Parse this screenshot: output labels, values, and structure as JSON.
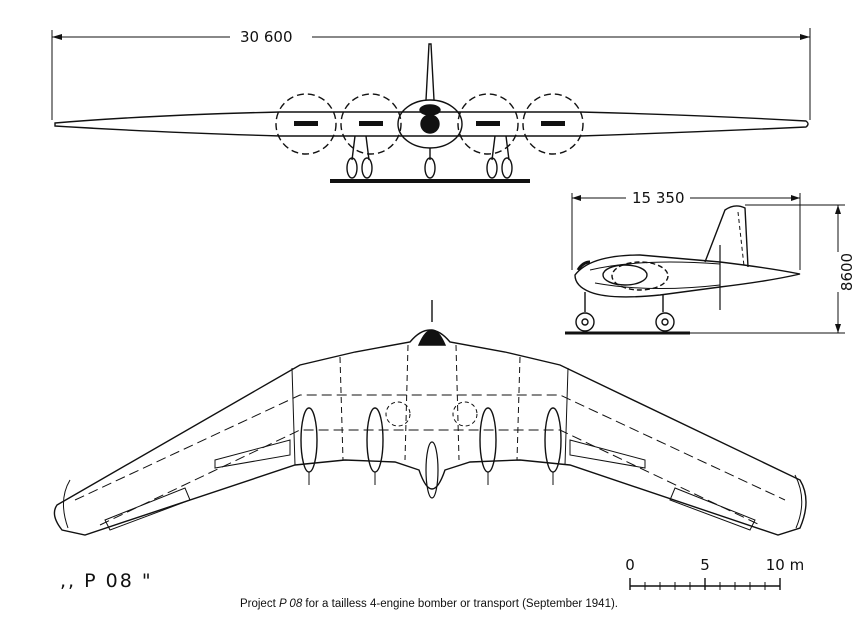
{
  "dimensions": {
    "span": "30 600",
    "length": "15 350",
    "height": "8600"
  },
  "scale_bar": {
    "labels": [
      "0",
      "5",
      "10 m"
    ]
  },
  "project_label": ",, P 08 \"",
  "caption": {
    "prefix": "Project ",
    "project": "P 08",
    "suffix": " for a tailless 4-engine bomber or transport (September 1941)."
  }
}
